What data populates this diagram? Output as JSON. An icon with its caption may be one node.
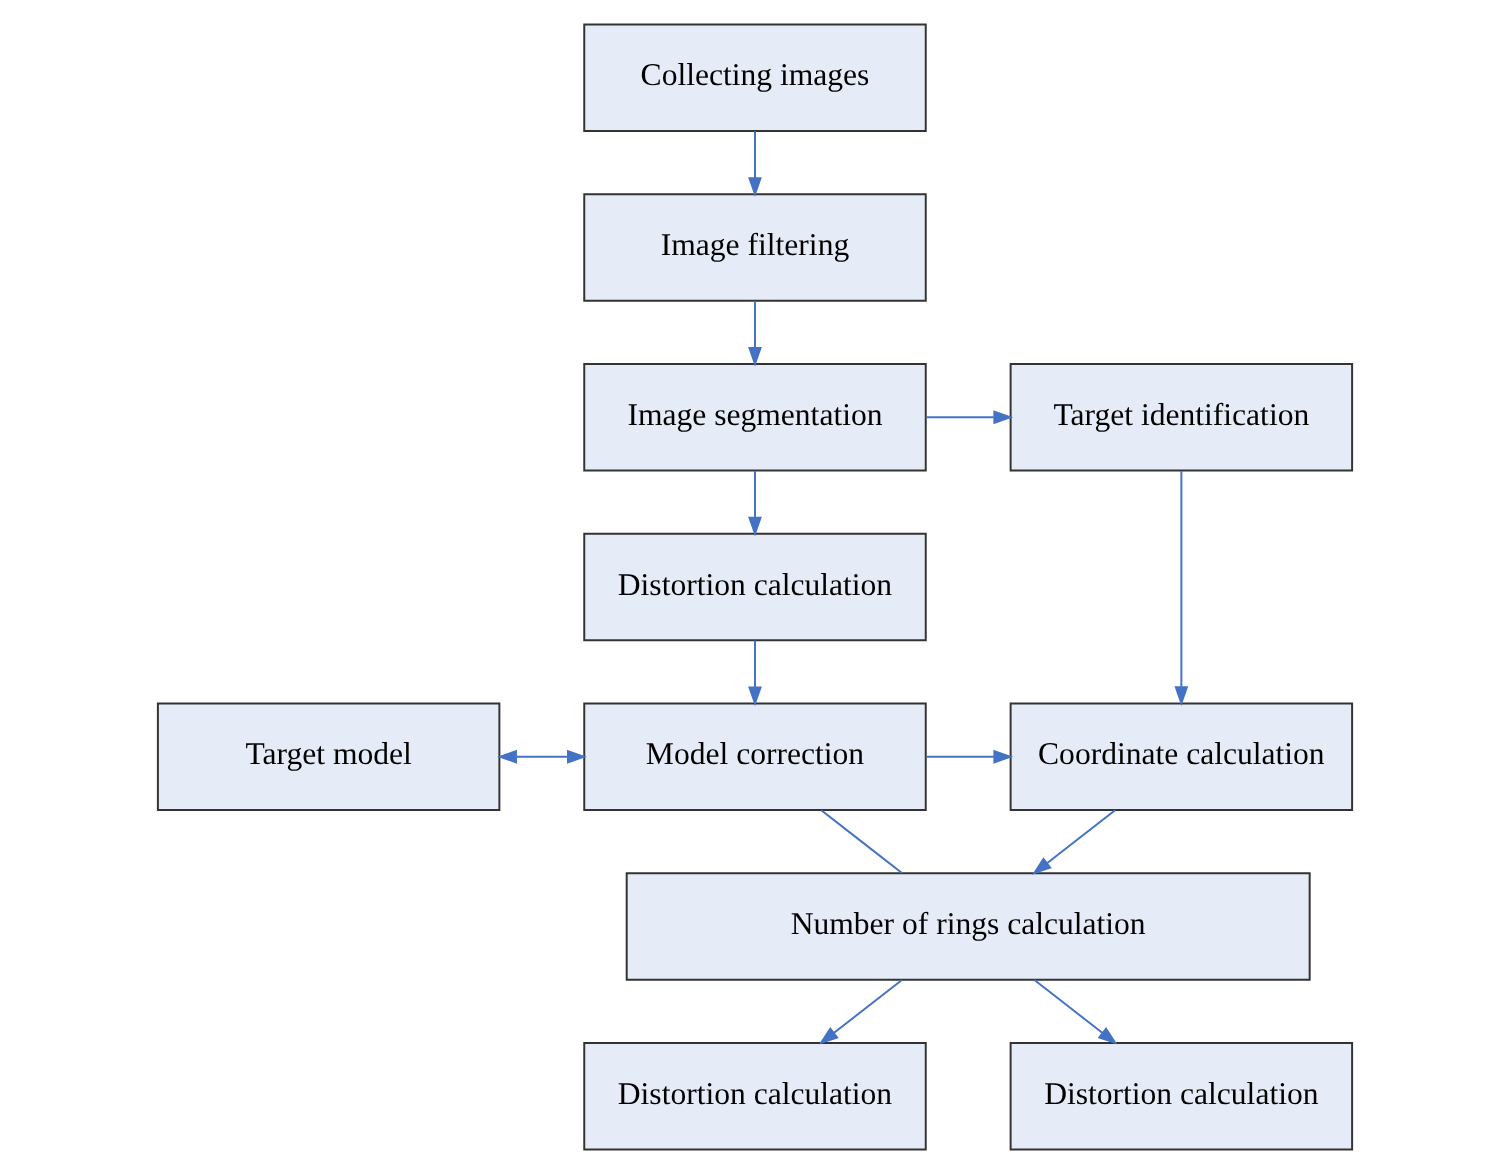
{
  "diagram": {
    "nodes": [
      {
        "text": [
          "Collecting images"
        ]
      },
      {
        "text": [
          "Image filtering"
        ]
      },
      {
        "text": [
          "Image segmentation"
        ]
      },
      {
        "text": [
          "Target identification"
        ]
      },
      {
        "text": [
          "Distortion calculation"
        ]
      },
      {
        "text": [
          "Target model"
        ]
      },
      {
        "text": [
          "Model correction"
        ]
      },
      {
        "text": [
          "Coordinate calculation"
        ]
      },
      {
        "text": [
          "Number of rings calculation"
        ]
      },
      {
        "text": [
          "Distortion calculation"
        ]
      },
      {
        "text": [
          "Distortion calculation"
        ]
      }
    ],
    "edges": [
      {
        "from": 0,
        "to": 1,
        "arrow": "to"
      },
      {
        "from": 1,
        "to": 2,
        "arrow": "to"
      },
      {
        "from": 2,
        "to": 3,
        "arrow": "to"
      },
      {
        "from": 2,
        "to": 4,
        "arrow": "to"
      },
      {
        "from": 3,
        "to": 7,
        "arrow": "to"
      },
      {
        "from": 4,
        "to": 6,
        "arrow": "to"
      },
      {
        "from": 5,
        "to": 6,
        "arrow": "both"
      },
      {
        "from": 6,
        "to": 7,
        "arrow": "to"
      },
      {
        "from": 6,
        "to": 8,
        "arrow": "none"
      },
      {
        "from": 7,
        "to": 8,
        "arrow": "to"
      },
      {
        "from": 8,
        "to": 9,
        "arrow": "to"
      },
      {
        "from": 8,
        "to": 10,
        "arrow": "to"
      }
    ]
  }
}
